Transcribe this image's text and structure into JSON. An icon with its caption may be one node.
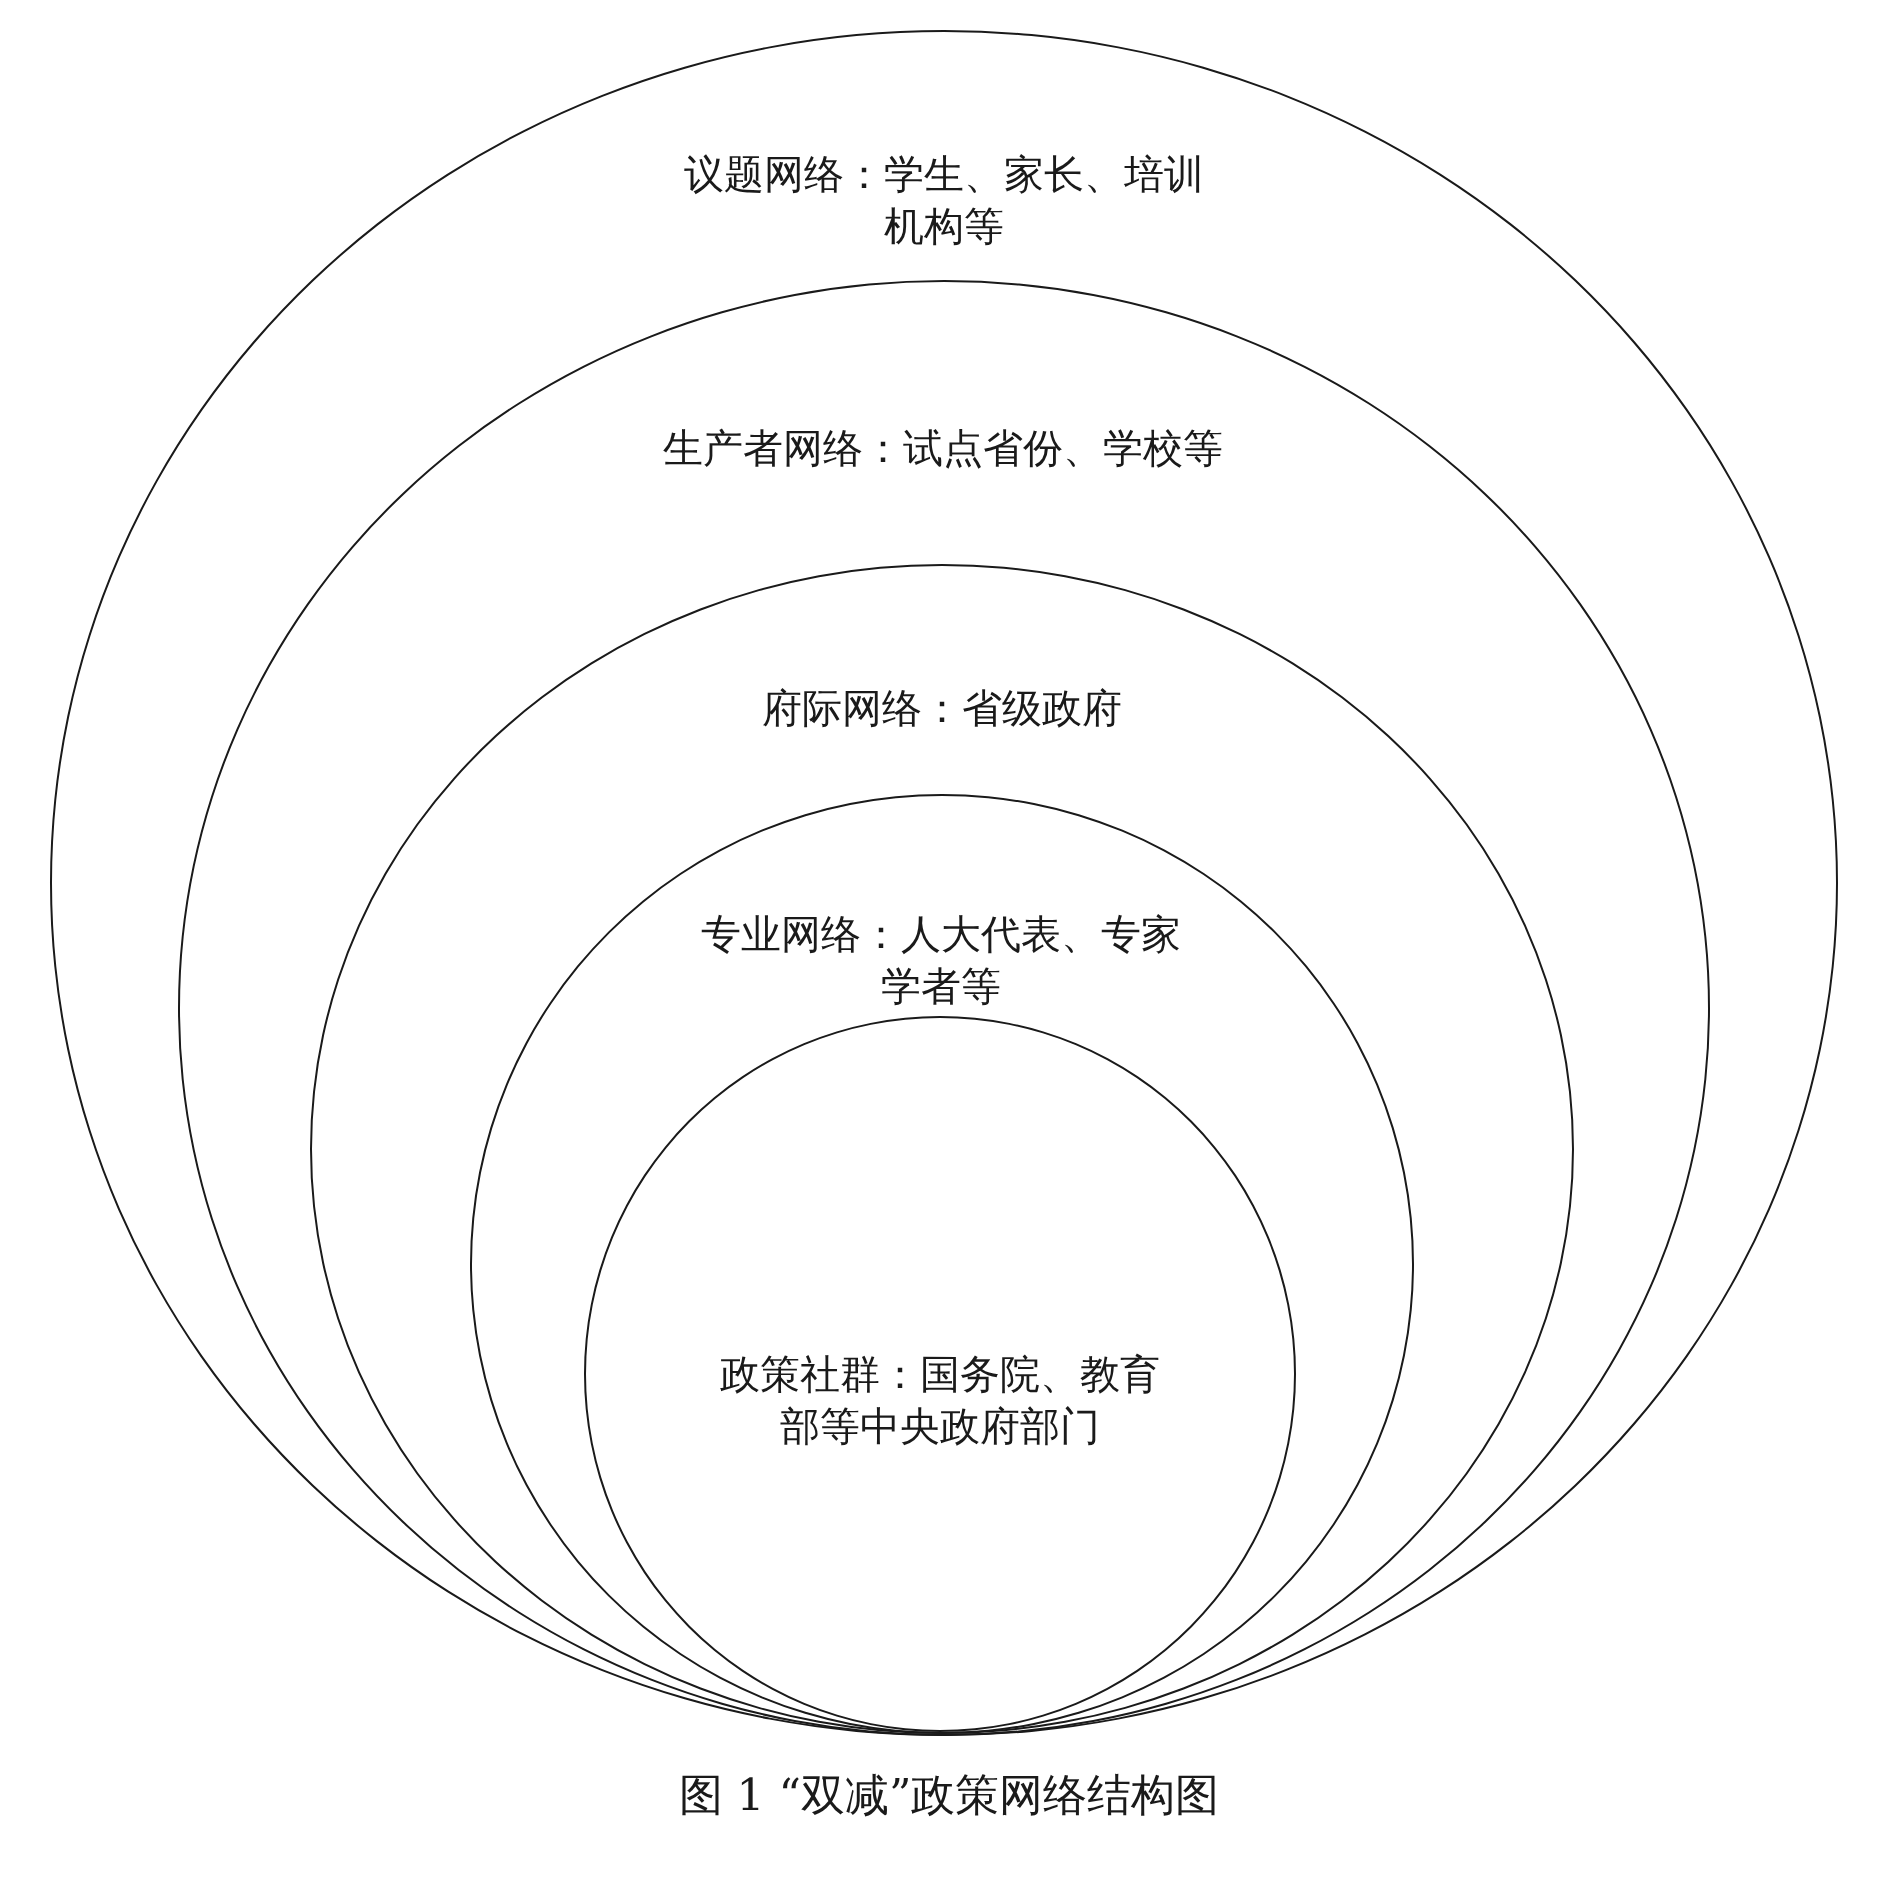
{
  "diagram": {
    "caption": "图 1 “双减”政策网络结构图",
    "nodes": [
      {
        "text": [
          "议题网络：学生、家长、培训机构等"
        ]
      },
      {
        "text": [
          "生产者网络：试点省份、学校等"
        ],
        "in": 0
      },
      {
        "text": [
          "府际网络：省级政府"
        ],
        "in": 1
      },
      {
        "text": [
          "专业网络：人大代表、专家学者等"
        ],
        "in": 2
      },
      {
        "text": [
          "政策社群：国务院、教育部等中央政府部门"
        ],
        "in": 3
      }
    ]
  }
}
